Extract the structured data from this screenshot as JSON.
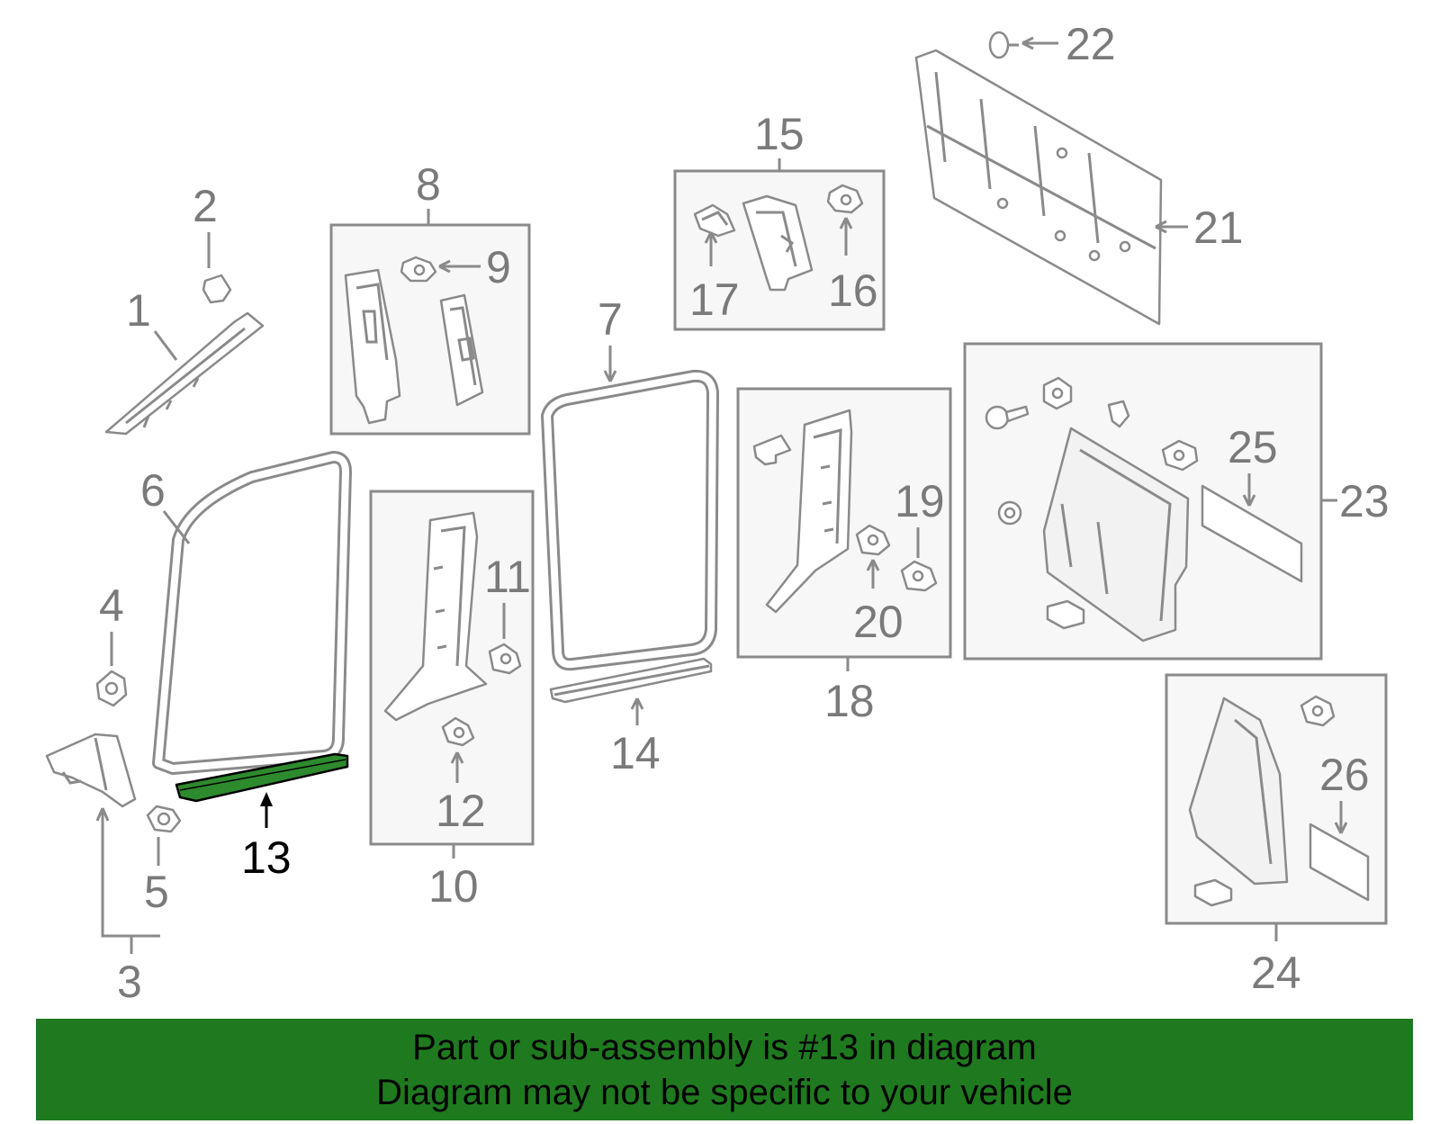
{
  "callouts": {
    "n1": "1",
    "n2": "2",
    "n3": "3",
    "n4": "4",
    "n5": "5",
    "n6": "6",
    "n7": "7",
    "n8": "8",
    "n9": "9",
    "n10": "10",
    "n11": "11",
    "n12": "12",
    "n13": "13",
    "n14": "14",
    "n15": "15",
    "n16": "16",
    "n17": "17",
    "n18": "18",
    "n19": "19",
    "n20": "20",
    "n21": "21",
    "n22": "22",
    "n23": "23",
    "n24": "24",
    "n25": "25",
    "n26": "26"
  },
  "highlight": {
    "part": "13",
    "color": "#1f7a1f"
  },
  "banner": {
    "line1": "Part or sub-assembly is #13 in diagram",
    "line2": "Diagram may not be specific to your vehicle",
    "color": "#1f7a1f"
  }
}
